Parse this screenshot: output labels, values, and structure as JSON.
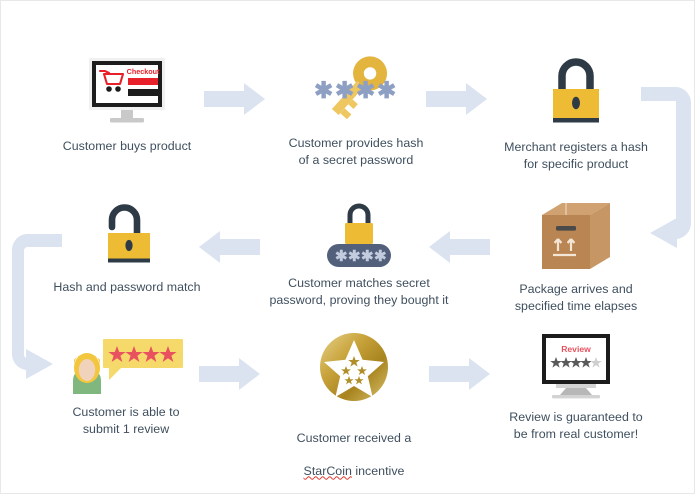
{
  "diagram": {
    "title": "StarCoin review verification flow",
    "background_color": "#ffffff",
    "arrow_color": "#dbe3f0",
    "label_color": "#3f4f5e"
  },
  "nodes": [
    {
      "id": "customer-buys-product",
      "icon": "checkout-monitor-icon",
      "label": "Customer buys product",
      "checkout_text": "Checkout"
    },
    {
      "id": "customer-provides-hash",
      "icon": "key-with-asterisks-icon",
      "label": "Customer provides hash\nof a secret password",
      "asterisks": "✱✱✱✱"
    },
    {
      "id": "merchant-registers-hash",
      "icon": "closed-padlock-icon",
      "label": "Merchant registers a hash\nfor specific product"
    },
    {
      "id": "package-arrives",
      "icon": "cardboard-box-icon",
      "label": "Package arrives and\nspecified time elapses"
    },
    {
      "id": "customer-matches-secret",
      "icon": "padlock-with-password-pill-icon",
      "label": "Customer matches secret\npassword, proving they bought it",
      "asterisks": "✱✱✱✱"
    },
    {
      "id": "hash-password-match",
      "icon": "open-padlock-icon",
      "label": "Hash and password match"
    },
    {
      "id": "customer-submits-review",
      "icon": "person-review-bubble-icon",
      "label": "Customer is able to\nsubmit 1 review",
      "stars": 4
    },
    {
      "id": "customer-received-starcoin",
      "icon": "gold-star-coin-icon",
      "label_line1": "Customer received a",
      "label_line2_a": "StarCoin",
      "label_line2_b": " incentive"
    },
    {
      "id": "review-guaranteed",
      "icon": "review-monitor-icon",
      "label": "Review is guaranteed to\nbe  from real customer!",
      "review_title": "Review",
      "stars_filled": 4,
      "stars_total": 5
    }
  ],
  "connectors": [
    {
      "id": "arrow-buys-to-hash",
      "direction": "right"
    },
    {
      "id": "arrow-hash-to-merchant",
      "direction": "right"
    },
    {
      "id": "elbow-merchant-to-package",
      "direction": "right-down-left"
    },
    {
      "id": "arrow-package-to-matches",
      "direction": "left"
    },
    {
      "id": "arrow-matches-to-match",
      "direction": "left"
    },
    {
      "id": "elbow-match-to-review",
      "direction": "left-down-right"
    },
    {
      "id": "arrow-review-to-coin",
      "direction": "right"
    },
    {
      "id": "arrow-coin-to-guaranteed",
      "direction": "right"
    }
  ]
}
